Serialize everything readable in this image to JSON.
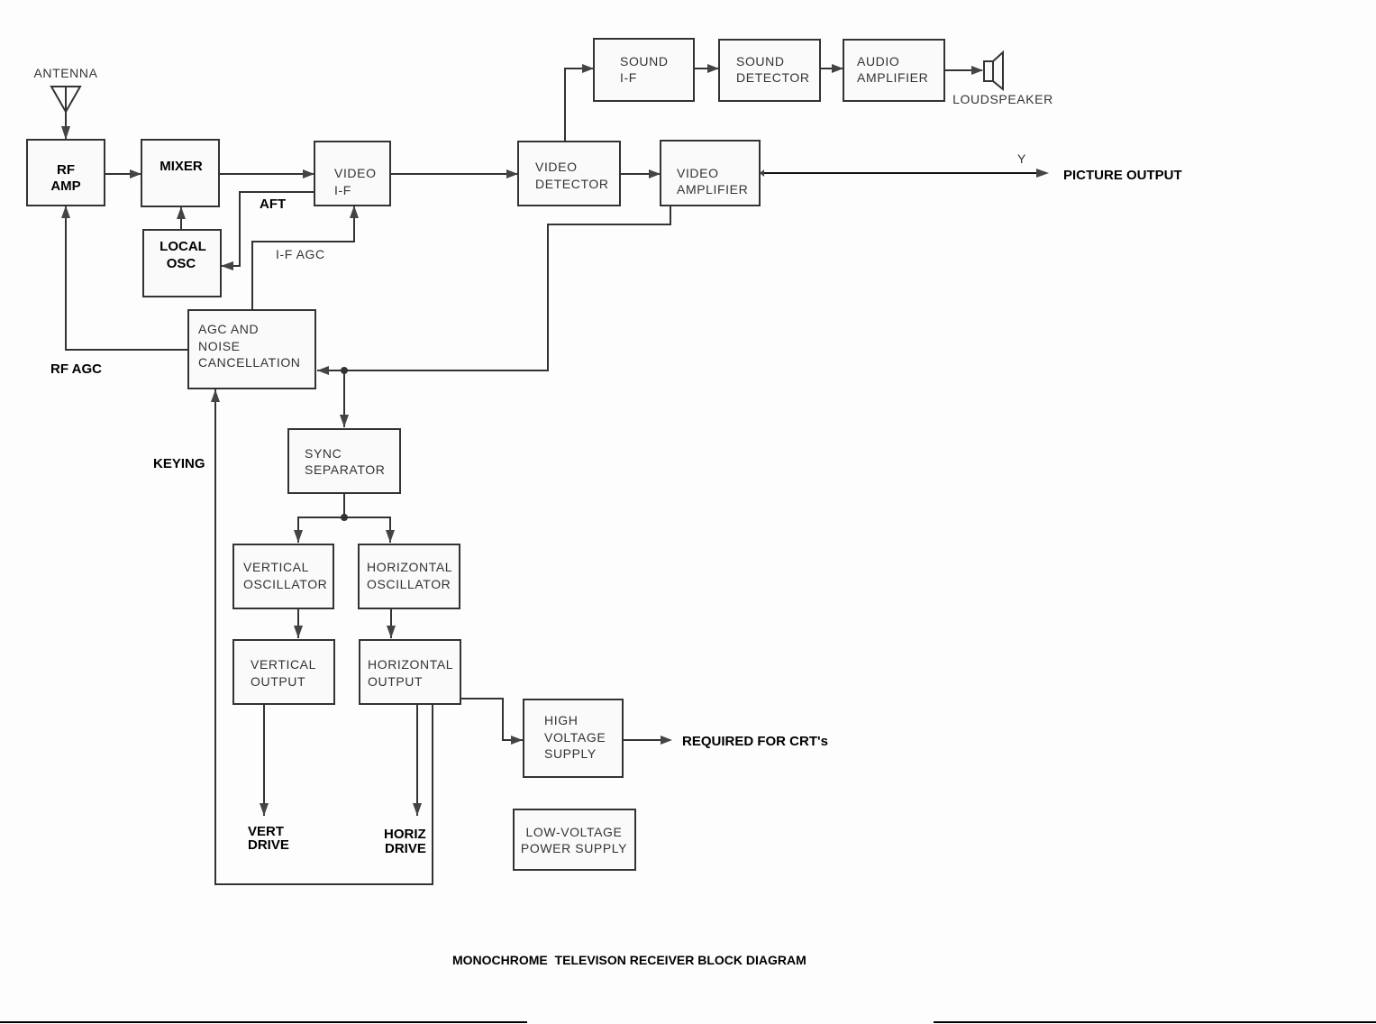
{
  "diagram": {
    "title": "MONOCHROME  TELEVISON RECEIVER BLOCK DIAGRAM",
    "blocks": {
      "rf_amp": [
        "RF",
        "AMP"
      ],
      "mixer": [
        "MIXER"
      ],
      "local_osc": [
        "LOCAL",
        "OSC"
      ],
      "video_if": [
        "VIDEO",
        "I-F"
      ],
      "video_detector": [
        "VIDEO",
        "DETECTOR"
      ],
      "video_amplifier": [
        "VIDEO",
        "AMPLIFIER"
      ],
      "sound_if": [
        "SOUND",
        "I-F"
      ],
      "sound_detector": [
        "SOUND",
        "DETECTOR"
      ],
      "audio_amplifier": [
        "AUDIO",
        "AMPLIFIER"
      ],
      "agc": [
        "AGC AND",
        "NOISE",
        "CANCELLATION"
      ],
      "sync_separator": [
        "SYNC",
        "SEPARATOR"
      ],
      "vertical_oscillator": [
        "VERTICAL",
        "OSCILLATOR"
      ],
      "horizontal_oscillator": [
        "HORIZONTAL",
        "OSCILLATOR"
      ],
      "vertical_output": [
        "VERTICAL",
        "OUTPUT"
      ],
      "horizontal_output": [
        "HORIZONTAL",
        "OUTPUT"
      ],
      "high_voltage_supply": [
        "HIGH",
        "VOLTAGE",
        "SUPPLY"
      ],
      "low_voltage_supply": [
        "LOW-VOLTAGE",
        "POWER SUPPLY"
      ]
    },
    "labels": {
      "antenna": "ANTENNA",
      "loudspeaker": "LOUDSPEAKER",
      "y": "Y",
      "picture_output": "PICTURE OUTPUT",
      "aft": "AFT",
      "if_agc": "I-F AGC",
      "rf_agc": "RF AGC",
      "keying": "KEYING",
      "vert_drive": [
        "VERT",
        "DRIVE"
      ],
      "horiz_drive": [
        "HORIZ",
        "DRIVE"
      ],
      "required_for_crt": "REQUIRED FOR CRT's"
    }
  }
}
